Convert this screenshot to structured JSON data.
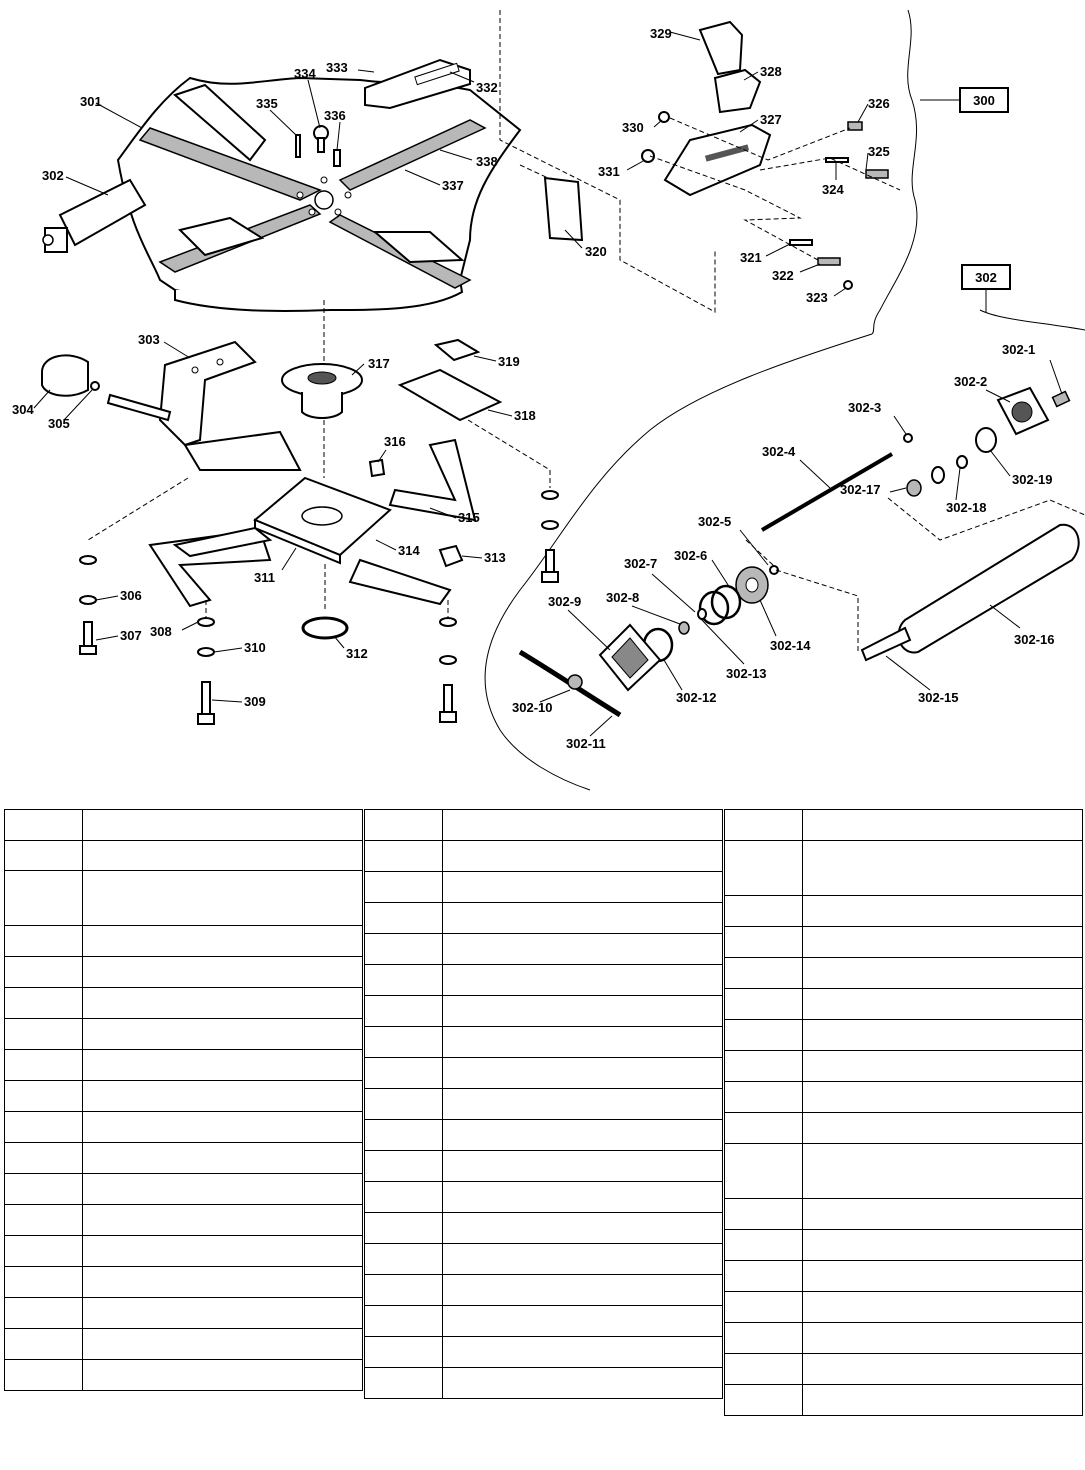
{
  "assembly_labels": {
    "box_300": "300",
    "box_302": "302"
  },
  "callouts": {
    "p301": "301",
    "p302": "302",
    "p303": "303",
    "p304": "304",
    "p305": "305",
    "p306": "306",
    "p307": "307",
    "p308": "308",
    "p309": "309",
    "p310": "310",
    "p311": "311",
    "p312": "312",
    "p313": "313",
    "p314": "314",
    "p315": "315",
    "p316": "316",
    "p317": "317",
    "p318": "318",
    "p319": "319",
    "p320": "320",
    "p321": "321",
    "p322": "322",
    "p323": "323",
    "p324": "324",
    "p325": "325",
    "p326": "326",
    "p327": "327",
    "p328": "328",
    "p329": "329",
    "p330": "330",
    "p331": "331",
    "p332": "332",
    "p333": "333",
    "p334": "334",
    "p335": "335",
    "p336": "336",
    "p337": "337",
    "p338": "338",
    "s1": "302-1",
    "s2": "302-2",
    "s3": "302-3",
    "s4": "302-4",
    "s5": "302-5",
    "s6": "302-6",
    "s7": "302-7",
    "s8": "302-8",
    "s9": "302-9",
    "s10": "302-10",
    "s11": "302-11",
    "s12": "302-12",
    "s13": "302-13",
    "s14": "302-14",
    "s15": "302-15",
    "s16": "302-16",
    "s17": "302-17",
    "s18": "302-18",
    "s19": "302-19"
  },
  "parts_table": {
    "left_rows": 18,
    "middle_rows": 19,
    "right_rows": 18
  }
}
